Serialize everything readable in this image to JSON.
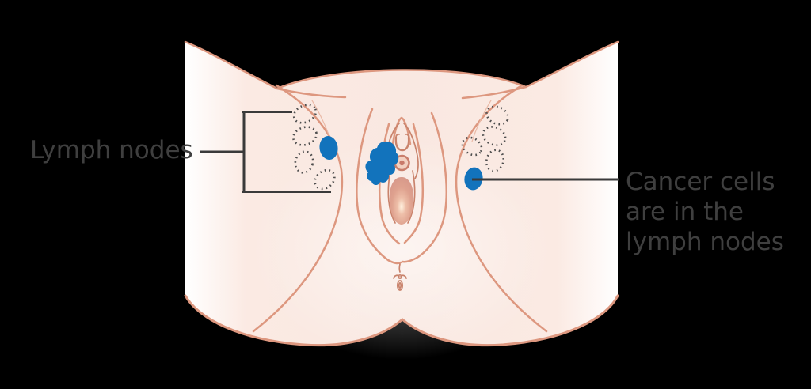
{
  "figure": {
    "background_color": "#000000",
    "labels": {
      "left": {
        "text": "Lymph nodes"
      },
      "right": {
        "lines": [
          "Cancer cells",
          "are in the",
          "lymph nodes"
        ]
      }
    },
    "colors": {
      "background_color": "#000000",
      "text": "#3f3f3f",
      "pointer_line": "#3a3a3a",
      "skin_fill": "#faeae3",
      "skin_outline": "#dd977f",
      "skin_outline_faint": "#eab9a6",
      "detail_salmon": "#c9836c",
      "node_dot_gray": "#4e4e4e",
      "cancer_blue": "#1273bc",
      "opening_pink": "#dfa28f"
    }
  }
}
